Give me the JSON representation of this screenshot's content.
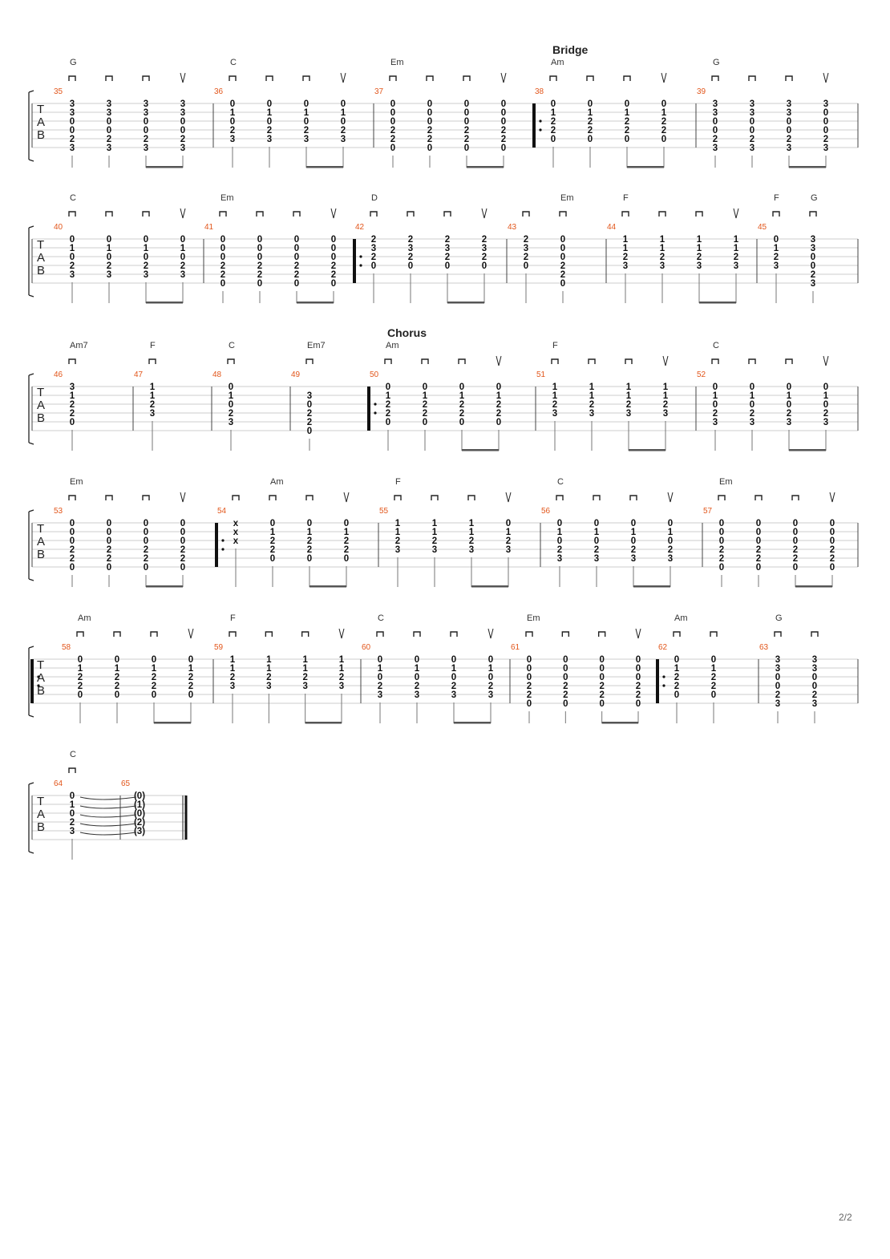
{
  "page_number": "2/2",
  "systems": [
    {
      "measures": [
        {
          "num": "35",
          "chord": "G",
          "strum": [
            "d",
            "d",
            "d",
            "u"
          ],
          "beats": [
            [
              3,
              3,
              0,
              0,
              2,
              3
            ],
            [
              3,
              3,
              0,
              0,
              2,
              3
            ],
            [
              3,
              3,
              0,
              0,
              2,
              3
            ],
            [
              3,
              3,
              0,
              0,
              2,
              3
            ]
          ]
        },
        {
          "num": "36",
          "chord": "C",
          "strum": [
            "d",
            "d",
            "d",
            "u"
          ],
          "beats": [
            [
              0,
              1,
              0,
              2,
              3,
              null
            ],
            [
              0,
              1,
              0,
              2,
              3,
              null
            ],
            [
              0,
              1,
              0,
              2,
              3,
              null
            ],
            [
              0,
              1,
              0,
              2,
              3,
              null
            ]
          ]
        },
        {
          "num": "37",
          "chord": "Em",
          "strum": [
            "d",
            "d",
            "d",
            "u"
          ],
          "endbar": "repeat-start",
          "beats": [
            [
              0,
              0,
              0,
              2,
              2,
              0
            ],
            [
              0,
              0,
              0,
              2,
              2,
              0
            ],
            [
              0,
              0,
              0,
              2,
              2,
              0
            ],
            [
              0,
              0,
              0,
              2,
              2,
              0
            ]
          ]
        },
        {
          "num": "38",
          "section": "Bridge",
          "chord": "Am",
          "strum": [
            "d",
            "d",
            "d",
            "u"
          ],
          "beats": [
            [
              0,
              1,
              2,
              2,
              0,
              null
            ],
            [
              0,
              1,
              2,
              2,
              0,
              null
            ],
            [
              0,
              1,
              2,
              2,
              0,
              null
            ],
            [
              0,
              1,
              2,
              2,
              0,
              null
            ]
          ]
        },
        {
          "num": "39",
          "chord": "G",
          "strum": [
            "d",
            "d",
            "d",
            "u"
          ],
          "beats": [
            [
              3,
              3,
              0,
              0,
              2,
              3
            ],
            [
              3,
              3,
              0,
              0,
              2,
              3
            ],
            [
              3,
              3,
              0,
              0,
              2,
              3
            ],
            [
              3,
              0,
              0,
              0,
              2,
              3
            ]
          ]
        }
      ]
    },
    {
      "measures": [
        {
          "num": "40",
          "chord": "C",
          "strum": [
            "d",
            "d",
            "d",
            "u"
          ],
          "beats": [
            [
              0,
              1,
              0,
              2,
              3,
              null
            ],
            [
              0,
              1,
              0,
              2,
              3,
              null
            ],
            [
              0,
              1,
              0,
              2,
              3,
              null
            ],
            [
              0,
              1,
              0,
              2,
              3,
              null
            ]
          ]
        },
        {
          "num": "41",
          "chord": "Em",
          "strum": [
            "d",
            "d",
            "d",
            "u"
          ],
          "endbar": "repeat-start",
          "beats": [
            [
              0,
              0,
              0,
              2,
              2,
              0
            ],
            [
              0,
              0,
              0,
              2,
              2,
              0
            ],
            [
              0,
              0,
              0,
              2,
              2,
              0
            ],
            [
              0,
              0,
              0,
              2,
              2,
              0
            ]
          ]
        },
        {
          "num": "42",
          "chord": "D",
          "strum": [
            "d",
            "d",
            "d",
            "u"
          ],
          "beats": [
            [
              2,
              3,
              2,
              0,
              null,
              null
            ],
            [
              2,
              3,
              2,
              0,
              null,
              null
            ],
            [
              2,
              3,
              2,
              0,
              null,
              null
            ],
            [
              2,
              3,
              2,
              0,
              null,
              null
            ]
          ]
        },
        {
          "num": "43",
          "chord": "",
          "strum": [
            "d",
            "d"
          ],
          "chords2": [
            "",
            "Em"
          ],
          "beats": [
            [
              2,
              3,
              2,
              0,
              null,
              null
            ],
            [
              0,
              0,
              0,
              2,
              2,
              0
            ]
          ]
        },
        {
          "num": "44",
          "chord": "F",
          "strum": [
            "d",
            "d",
            "d",
            "u"
          ],
          "beats": [
            [
              1,
              1,
              2,
              3,
              null,
              null
            ],
            [
              1,
              1,
              2,
              3,
              null,
              null
            ],
            [
              1,
              1,
              2,
              3,
              null,
              null
            ],
            [
              1,
              1,
              2,
              3,
              null,
              null
            ]
          ]
        },
        {
          "num": "45",
          "chord": "F",
          "strum": [
            "d",
            "d"
          ],
          "chords2": [
            "F",
            "G"
          ],
          "beats": [
            [
              0,
              1,
              2,
              3,
              null,
              null
            ],
            [
              3,
              3,
              0,
              0,
              2,
              3
            ]
          ]
        }
      ]
    },
    {
      "measures": [
        {
          "num": "46",
          "chord": "Am7",
          "strum": [
            "d"
          ],
          "beats": [
            [
              3,
              1,
              2,
              2,
              0,
              null
            ]
          ]
        },
        {
          "num": "47",
          "chord": "F",
          "strum": [
            "d"
          ],
          "beats": [
            [
              1,
              1,
              2,
              3,
              null,
              null
            ]
          ]
        },
        {
          "num": "48",
          "chord": "C",
          "strum": [
            "d"
          ],
          "beats": [
            [
              0,
              1,
              0,
              2,
              3,
              null
            ]
          ]
        },
        {
          "num": "49",
          "chord": "Em7",
          "strum": [
            "d"
          ],
          "endbar": "repeat-start",
          "beats": [
            [
              null,
              3,
              0,
              2,
              2,
              0
            ]
          ]
        },
        {
          "num": "50",
          "section": "Chorus",
          "chord": "Am",
          "strum": [
            "d",
            "d",
            "d",
            "u"
          ],
          "beats": [
            [
              0,
              1,
              2,
              2,
              0,
              null
            ],
            [
              0,
              1,
              2,
              2,
              0,
              null
            ],
            [
              0,
              1,
              2,
              2,
              0,
              null
            ],
            [
              0,
              1,
              2,
              2,
              0,
              null
            ]
          ]
        },
        {
          "num": "51",
          "chord": "F",
          "strum": [
            "d",
            "d",
            "d",
            "u"
          ],
          "beats": [
            [
              1,
              1,
              2,
              3,
              null,
              null
            ],
            [
              1,
              1,
              2,
              3,
              null,
              null
            ],
            [
              1,
              1,
              2,
              3,
              null,
              null
            ],
            [
              1,
              1,
              2,
              3,
              null,
              null
            ]
          ]
        },
        {
          "num": "52",
          "chord": "C",
          "strum": [
            "d",
            "d",
            "d",
            "u"
          ],
          "beats": [
            [
              0,
              1,
              0,
              2,
              3,
              null
            ],
            [
              0,
              1,
              0,
              2,
              3,
              null
            ],
            [
              0,
              1,
              0,
              2,
              3,
              null
            ],
            [
              0,
              1,
              0,
              2,
              3,
              null
            ]
          ]
        }
      ]
    },
    {
      "measures": [
        {
          "num": "53",
          "chord": "Em",
          "strum": [
            "d",
            "d",
            "d",
            "u"
          ],
          "endbar": "repeat-end",
          "beats": [
            [
              0,
              0,
              0,
              2,
              2,
              0
            ],
            [
              0,
              0,
              0,
              2,
              2,
              0
            ],
            [
              0,
              0,
              0,
              2,
              2,
              0
            ],
            [
              0,
              0,
              0,
              2,
              2,
              0
            ]
          ]
        },
        {
          "num": "54",
          "chord": "",
          "strum": [
            "d",
            "d",
            "d",
            "u"
          ],
          "chords2": [
            "",
            "Am",
            "",
            ""
          ],
          "beats": [
            [
              "x",
              "x",
              "x",
              null,
              null,
              null
            ],
            [
              0,
              1,
              2,
              2,
              0,
              null
            ],
            [
              0,
              1,
              2,
              2,
              0,
              null
            ],
            [
              0,
              1,
              2,
              2,
              0,
              null
            ]
          ]
        },
        {
          "num": "55",
          "chord": "F",
          "strum": [
            "d",
            "d",
            "d",
            "u"
          ],
          "beats": [
            [
              1,
              1,
              2,
              3,
              null,
              null
            ],
            [
              1,
              1,
              2,
              3,
              null,
              null
            ],
            [
              1,
              1,
              2,
              3,
              null,
              null
            ],
            [
              0,
              1,
              2,
              3,
              null,
              null
            ]
          ]
        },
        {
          "num": "56",
          "chord": "C",
          "strum": [
            "d",
            "d",
            "d",
            "u"
          ],
          "beats": [
            [
              0,
              1,
              0,
              2,
              3,
              null
            ],
            [
              0,
              1,
              0,
              2,
              3,
              null
            ],
            [
              0,
              1,
              0,
              2,
              3,
              null
            ],
            [
              0,
              1,
              0,
              2,
              3,
              null
            ]
          ]
        },
        {
          "num": "57",
          "chord": "Em",
          "strum": [
            "d",
            "d",
            "d",
            "u"
          ],
          "beats": [
            [
              0,
              0,
              0,
              2,
              2,
              0
            ],
            [
              0,
              0,
              0,
              2,
              2,
              0
            ],
            [
              0,
              0,
              0,
              2,
              2,
              0
            ],
            [
              0,
              0,
              0,
              2,
              2,
              0
            ]
          ]
        }
      ]
    },
    {
      "measures": [
        {
          "num": "58",
          "chord": "Am",
          "strum": [
            "d",
            "d",
            "d",
            "u"
          ],
          "startbar": "repeat-start",
          "beats": [
            [
              0,
              1,
              2,
              2,
              0,
              null
            ],
            [
              0,
              1,
              2,
              2,
              0,
              null
            ],
            [
              0,
              1,
              2,
              2,
              0,
              null
            ],
            [
              0,
              1,
              2,
              2,
              0,
              null
            ]
          ]
        },
        {
          "num": "59",
          "chord": "F",
          "strum": [
            "d",
            "d",
            "d",
            "u"
          ],
          "beats": [
            [
              1,
              1,
              2,
              3,
              null,
              null
            ],
            [
              1,
              1,
              2,
              3,
              null,
              null
            ],
            [
              1,
              1,
              2,
              3,
              null,
              null
            ],
            [
              1,
              1,
              2,
              3,
              null,
              null
            ]
          ]
        },
        {
          "num": "60",
          "chord": "C",
          "strum": [
            "d",
            "d",
            "d",
            "u"
          ],
          "beats": [
            [
              0,
              1,
              0,
              2,
              3,
              null
            ],
            [
              0,
              1,
              0,
              2,
              3,
              null
            ],
            [
              0,
              1,
              0,
              2,
              3,
              null
            ],
            [
              0,
              1,
              0,
              2,
              3,
              null
            ]
          ]
        },
        {
          "num": "61",
          "chord": "Em",
          "strum": [
            "d",
            "d",
            "d",
            "u"
          ],
          "endbar": "repeat-end",
          "beats": [
            [
              0,
              0,
              0,
              2,
              2,
              0
            ],
            [
              0,
              0,
              0,
              2,
              2,
              0
            ],
            [
              0,
              0,
              0,
              2,
              2,
              0
            ],
            [
              0,
              0,
              0,
              2,
              2,
              0
            ]
          ]
        },
        {
          "num": "62",
          "chord": "Am",
          "strum": [
            "d",
            "d"
          ],
          "beats": [
            [
              0,
              1,
              2,
              2,
              0,
              null
            ],
            [
              0,
              1,
              2,
              2,
              0,
              null
            ]
          ]
        },
        {
          "num": "63",
          "chord": "G",
          "strum": [
            "d",
            "d"
          ],
          "beats": [
            [
              3,
              3,
              0,
              0,
              2,
              3
            ],
            [
              3,
              3,
              0,
              0,
              2,
              3
            ]
          ]
        }
      ]
    },
    {
      "measures": [
        {
          "num": "64",
          "chord": "C",
          "strum": [
            "d"
          ],
          "beats": [
            [
              0,
              1,
              0,
              2,
              3,
              null
            ]
          ]
        },
        {
          "num": "65",
          "chord": "",
          "strum": [],
          "beats": [
            [
              "(0)",
              "(1)",
              "(0)",
              "(2)",
              "(3)",
              null
            ]
          ],
          "endbar": "final"
        }
      ]
    }
  ]
}
